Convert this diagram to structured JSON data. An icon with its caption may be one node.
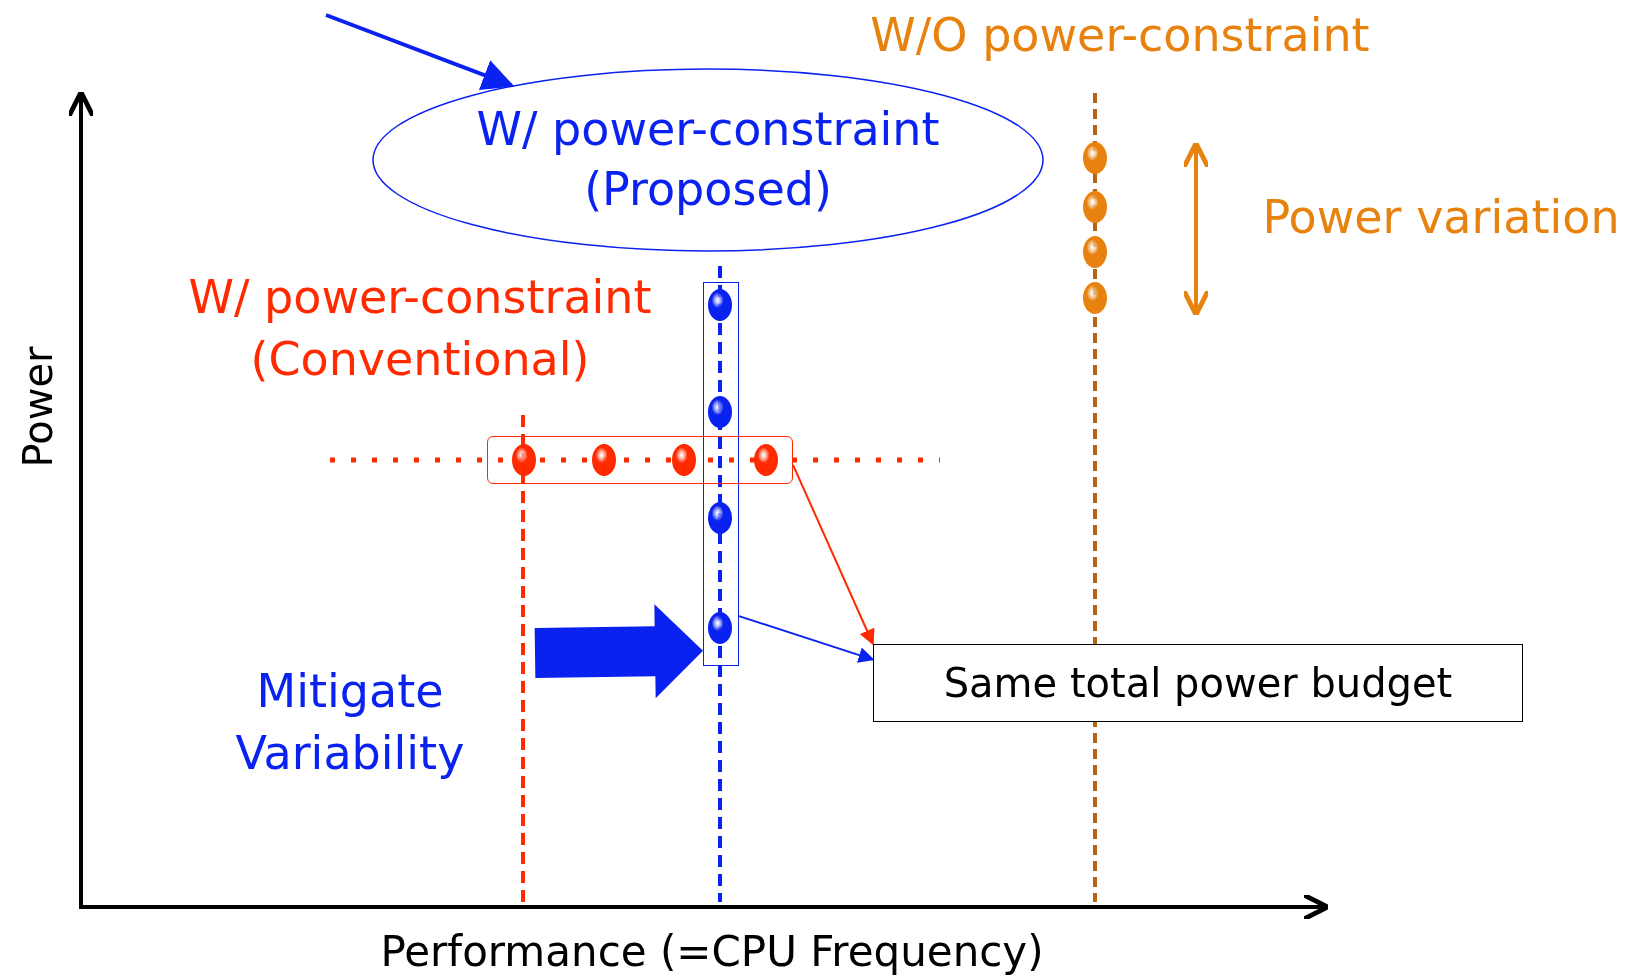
{
  "diagram": {
    "nodes": [
      {
        "text": [
          "W/ power-constraint",
          "(Proposed)"
        ]
      },
      {
        "text": [],
        "shape": "box"
      },
      {
        "text": [],
        "shape": "box"
      },
      {
        "text": [
          "Same total power budget"
        ]
      }
    ],
    "edges": [
      {
        "from": null,
        "to": 0,
        "arrow": "to"
      },
      {
        "from": 2,
        "to": 3,
        "arrow": "to",
        "color": "#ff2a00"
      },
      {
        "from": 1,
        "to": 3,
        "arrow": "to"
      },
      {
        "from": null,
        "to": 1,
        "arrow": "to",
        "style": "thick"
      }
    ],
    "labels": [
      "W/O power-constraint",
      "Power variation",
      "W/ power-constraint (Conventional)",
      "Mitigate Variability",
      "Power",
      "Performance (=CPU Frequency)"
    ]
  }
}
